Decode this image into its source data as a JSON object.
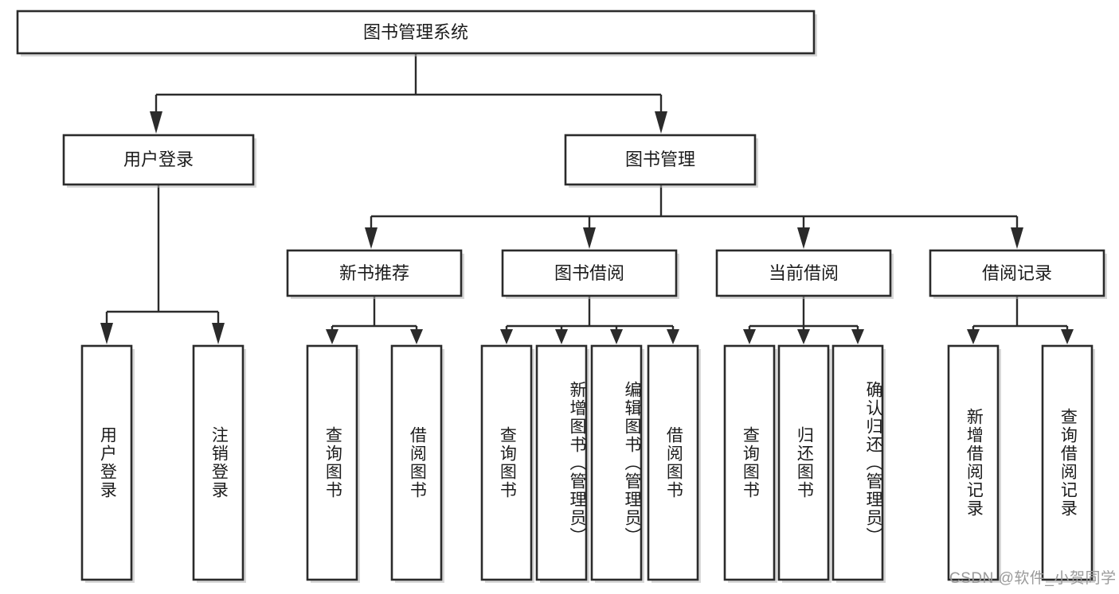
{
  "diagram": {
    "type": "tree",
    "title": "图书管理系统",
    "orientation": "top-down",
    "edge_style": "orthogonal-arrow",
    "colors": {
      "box_fill": "#ffffff",
      "box_stroke": "#2b2b2b",
      "text": "#1c1c1c",
      "watermark": "#9a9a9a",
      "background": "#ffffff"
    },
    "levels": [
      {
        "level": 1,
        "text_orientation": "horizontal"
      },
      {
        "level": 2,
        "text_orientation": "horizontal"
      },
      {
        "level": 3,
        "text_orientation": "horizontal"
      },
      {
        "level": 4,
        "text_orientation": "vertical"
      }
    ],
    "nodes": {
      "root": {
        "id": "root",
        "label": "图书管理系统",
        "level": 1
      },
      "l2": [
        {
          "id": "user-login",
          "label": "用户登录",
          "level": 2
        },
        {
          "id": "book-manage",
          "label": "图书管理",
          "level": 2
        }
      ],
      "l3": [
        {
          "id": "new-book-rec",
          "label": "新书推荐",
          "level": 3,
          "parent": "book-manage"
        },
        {
          "id": "book-borrow",
          "label": "图书借阅",
          "level": 3,
          "parent": "book-manage"
        },
        {
          "id": "current-borrow",
          "label": "当前借阅",
          "level": 3,
          "parent": "book-manage"
        },
        {
          "id": "borrow-record",
          "label": "借阅记录",
          "level": 3,
          "parent": "book-manage"
        }
      ],
      "l4": [
        {
          "id": "leaf-user-login",
          "label": "用户登录",
          "level": 4,
          "parent": "user-login"
        },
        {
          "id": "leaf-user-logout",
          "label": "注销登录",
          "level": 4,
          "parent": "user-login"
        },
        {
          "id": "leaf-query-book-1",
          "label": "查询图书",
          "level": 4,
          "parent": "new-book-rec"
        },
        {
          "id": "leaf-borrow-book-1",
          "label": "借阅图书",
          "level": 4,
          "parent": "new-book-rec"
        },
        {
          "id": "leaf-query-book-2",
          "label": "查询图书",
          "level": 4,
          "parent": "book-borrow"
        },
        {
          "id": "leaf-add-book",
          "label": "新增图书（管理员）",
          "level": 4,
          "parent": "book-borrow"
        },
        {
          "id": "leaf-edit-book",
          "label": "编辑图书（管理员）",
          "level": 4,
          "parent": "book-borrow"
        },
        {
          "id": "leaf-borrow-book-2",
          "label": "借阅图书",
          "level": 4,
          "parent": "book-borrow"
        },
        {
          "id": "leaf-query-book-3",
          "label": "查询图书",
          "level": 4,
          "parent": "current-borrow"
        },
        {
          "id": "leaf-return-book",
          "label": "归还图书",
          "level": 4,
          "parent": "current-borrow"
        },
        {
          "id": "leaf-confirm-return",
          "label": "确认归还（管理员）",
          "level": 4,
          "parent": "current-borrow"
        },
        {
          "id": "leaf-add-record",
          "label": "新增借阅记录",
          "level": 4,
          "parent": "borrow-record"
        },
        {
          "id": "leaf-query-record",
          "label": "查询借阅记录",
          "level": 4,
          "parent": "borrow-record"
        }
      ]
    }
  },
  "watermark": {
    "text": "CSDN @软件_小贺同学"
  }
}
